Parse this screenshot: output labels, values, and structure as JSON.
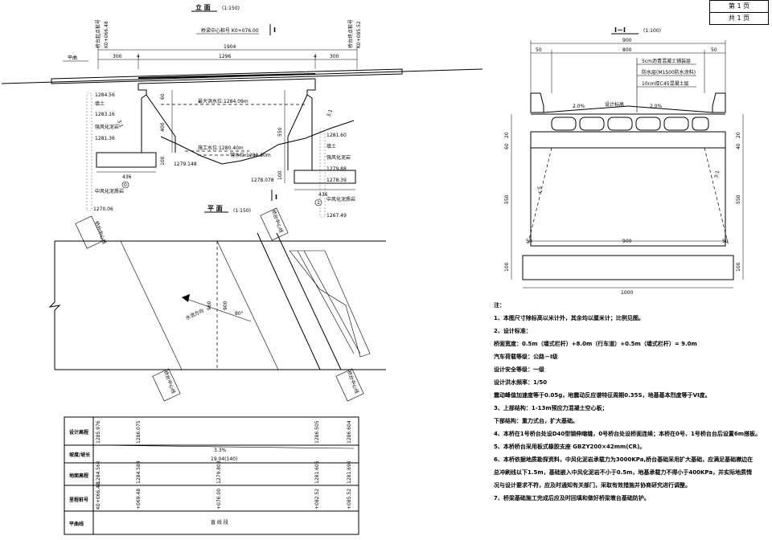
{
  "page_box": {
    "page_no": "第  1  页",
    "page_total": "共  1  页"
  },
  "elevation": {
    "title": "立  面",
    "scale": "(1:150)",
    "center_stake": "桥梁中心桩号 K0+076.00",
    "left_stake": "K0+066.48",
    "right_stake": "K0+085.52",
    "left_stake_label": "桥台起点桩号",
    "right_stake_label": "桥台终点桩号",
    "dim_total": "1904",
    "dim_span": "1296",
    "dim_left": "300",
    "dim_right": "300",
    "dim_4a": "4",
    "dim_4b": "4",
    "ground_label": "平曲",
    "section_mark": "I",
    "max_flood": "最大洪水位:1284.09m",
    "construction_level": "施工水位:1280.40m",
    "normal_level": "常水位:1280.20m",
    "bottom_left_elev": "1279.148",
    "bottom_right_elev": "1278.078",
    "dim_436a": "436",
    "dim_436b": "436",
    "dim_60": "60",
    "dim_400": "400",
    "dim_100": "100",
    "dim_550": "550",
    "dim_100b": "100",
    "slope_left": "3:1",
    "slope_right": "3:1",
    "left_geo": [
      "1284.56",
      "1283.16",
      "1281.36",
      "1270.06"
    ],
    "left_geo_labels": [
      "填土",
      "强风化泥岩",
      "中风化泥质岩"
    ],
    "right_geo": [
      "1281.60",
      "1279.88",
      "1278.39",
      "1267.49"
    ],
    "right_geo_labels": [
      "填土",
      "强风化泥岩",
      "中风化泥质岩"
    ],
    "pier_no_left": "0",
    "pier_no_right": "1"
  },
  "plan": {
    "title": "平  面",
    "scale": "(1:150)",
    "dim_900": "900",
    "dim_960": "960",
    "angle": "80°",
    "flow_label": "水流方向",
    "abut_label": "桥台中心线"
  },
  "profile_table": {
    "rows": [
      "设计高程",
      "坡度/坡长",
      "地面高程",
      "里程桩号",
      "平曲线"
    ],
    "design_elev": [
      "1285.976",
      "1286.075",
      "1286.505",
      "1286.604"
    ],
    "grade": "3.3%",
    "slope_len": "19.04(140)",
    "ground_elev": [
      "1284.560",
      "1284.589",
      "1279.803",
      "1281.605",
      "1281.690"
    ],
    "stations": [
      "K0+066.48",
      "+069.48",
      "+076.00",
      "+082.52",
      "+085.52"
    ],
    "curve": "直 线 段"
  },
  "section": {
    "title": "I－I",
    "scale": "(1:100)",
    "dim_900": "900",
    "dim_800": "800",
    "dim_50a": "50",
    "dim_50b": "50",
    "layer1": "5cm沥青混凝土铺装层",
    "layer2": "防水层(M1500防水涂料)",
    "layer3": "10cm厚C45混凝土层",
    "cross_slope_l": "2.0%",
    "cross_slope_r": "2.0%",
    "center_label": "设计标高",
    "dim_20": "20",
    "dim_60": "60",
    "dim_40": "40",
    "dim_550": "550",
    "dim_100": "100",
    "slope_l": "3:1",
    "slope_r": "3:1",
    "dim_900b": "900",
    "dim_50c": "50",
    "dim_50d": "50",
    "dim_1000": "1000"
  },
  "notes": {
    "title": "注：",
    "lines": [
      "1、本图尺寸除标高以米计外，其余均以厘米计；比例见图。",
      "2、设计标准：",
      "   桥面宽度：0.5m（墙式栏杆）+8.0m（行车道）+0.5m（墙式栏杆）= 9.0m",
      "   汽车荷载等级：公路－I级",
      "   设计安全等级：一级",
      "   设计洪水频率：1/50",
      "   震动峰值加速度等于0.05g，地震动反应谱特征周期0.35S，地基基本烈度等于VI度。",
      "3、上部结构：1-13m预应力混凝土空心板；",
      "   下部结构：重力式台，扩大基础。",
      "4、本桥在1号桥台处设D40型钢伸缩缝，0号桥台处设桥面连续；本桥在0号、1号桥台台后设置6m搭板。",
      "5、本桥桥台采用板式橡胶支座 GBZY200×42mm(CR)。",
      "6、本桥依据地质勘探资料，中风化泥岩承载力为3000KPa,桥台基础采用扩大基础，应满足基础襟边在",
      "   总冲刷线以下1.5m，基础嵌入中风化泥岩不小于0.5m，地基承载力不得小于400KPa，并实际地质情",
      "   况与设计要求不符，应及时通知有关部门，采取有效措施并协商研究进行调整。",
      "7、桥梁基础施工完成后应及时回填和做好桥梁墩台基础防护。"
    ]
  }
}
